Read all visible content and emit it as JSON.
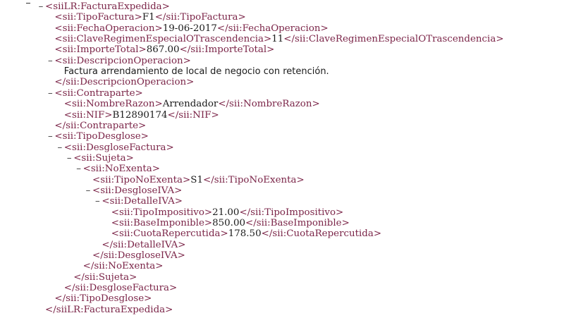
{
  "tree": {
    "toggle_collapse": "–",
    "lines": [
      {
        "depth": 0,
        "toggle": true,
        "kind": "open",
        "tag": "<siiLR:FacturaExpedida>"
      },
      {
        "depth": 1,
        "toggle": false,
        "kind": "leaf",
        "open": "<sii:TipoFactura>",
        "value": "F1",
        "close": "</sii:TipoFactura>"
      },
      {
        "depth": 1,
        "toggle": false,
        "kind": "leaf",
        "open": "<sii:FechaOperacion>",
        "value": "19-06-2017",
        "close": "</sii:FechaOperacion>"
      },
      {
        "depth": 1,
        "toggle": false,
        "kind": "leaf",
        "open": "<sii:ClaveRegimenEspecialOTrascendencia>",
        "value": "11",
        "close": "</sii:ClaveRegimenEspecialOTrascendencia>"
      },
      {
        "depth": 1,
        "toggle": false,
        "kind": "leaf",
        "open": "<sii:ImporteTotal>",
        "value": "867.00",
        "close": "</sii:ImporteTotal>"
      },
      {
        "depth": 1,
        "toggle": true,
        "kind": "open",
        "tag": "<sii:DescripcionOperacion>"
      },
      {
        "depth": 2,
        "toggle": false,
        "kind": "text",
        "text": "Factura arrendamiento de local de negocio con retención."
      },
      {
        "depth": 1,
        "toggle": false,
        "kind": "close",
        "tag": "</sii:DescripcionOperacion>"
      },
      {
        "depth": 1,
        "toggle": true,
        "kind": "open",
        "tag": "<sii:Contraparte>"
      },
      {
        "depth": 2,
        "toggle": false,
        "kind": "leaf",
        "open": "<sii:NombreRazon>",
        "value": "Arrendador",
        "close": "</sii:NombreRazon>"
      },
      {
        "depth": 2,
        "toggle": false,
        "kind": "leaf",
        "open": "<sii:NIF>",
        "value": "B12890174",
        "close": "</sii:NIF>"
      },
      {
        "depth": 1,
        "toggle": false,
        "kind": "close",
        "tag": "</sii:Contraparte>"
      },
      {
        "depth": 1,
        "toggle": true,
        "kind": "open",
        "tag": "<sii:TipoDesglose>"
      },
      {
        "depth": 2,
        "toggle": true,
        "kind": "open",
        "tag": "<sii:DesgloseFactura>"
      },
      {
        "depth": 3,
        "toggle": true,
        "kind": "open",
        "tag": "<sii:Sujeta>"
      },
      {
        "depth": 4,
        "toggle": true,
        "kind": "open",
        "tag": "<sii:NoExenta>"
      },
      {
        "depth": 5,
        "toggle": false,
        "kind": "leaf",
        "open": "<sii:TipoNoExenta>",
        "value": "S1",
        "close": "</sii:TipoNoExenta>"
      },
      {
        "depth": 5,
        "toggle": true,
        "kind": "open",
        "tag": "<sii:DesgloseIVA>"
      },
      {
        "depth": 6,
        "toggle": true,
        "kind": "open",
        "tag": "<sii:DetalleIVA>"
      },
      {
        "depth": 7,
        "toggle": false,
        "kind": "leaf",
        "open": "<sii:TipoImpositivo>",
        "value": "21.00",
        "close": "</sii:TipoImpositivo>"
      },
      {
        "depth": 7,
        "toggle": false,
        "kind": "leaf",
        "open": "<sii:BaseImponible>",
        "value": "850.00",
        "close": "</sii:BaseImponible>"
      },
      {
        "depth": 7,
        "toggle": false,
        "kind": "leaf",
        "open": "<sii:CuotaRepercutida>",
        "value": "178.50",
        "close": "</sii:CuotaRepercutida>"
      },
      {
        "depth": 6,
        "toggle": false,
        "kind": "close",
        "tag": "</sii:DetalleIVA>"
      },
      {
        "depth": 5,
        "toggle": false,
        "kind": "close",
        "tag": "</sii:DesgloseIVA>"
      },
      {
        "depth": 4,
        "toggle": false,
        "kind": "close",
        "tag": "</sii:NoExenta>"
      },
      {
        "depth": 3,
        "toggle": false,
        "kind": "close",
        "tag": "</sii:Sujeta>"
      },
      {
        "depth": 2,
        "toggle": false,
        "kind": "close",
        "tag": "</sii:DesgloseFactura>"
      },
      {
        "depth": 1,
        "toggle": false,
        "kind": "close",
        "tag": "</sii:TipoDesglose>"
      },
      {
        "depth": 0,
        "toggle": false,
        "kind": "close",
        "tag": "</siiLR:FacturaExpedida>"
      }
    ]
  }
}
